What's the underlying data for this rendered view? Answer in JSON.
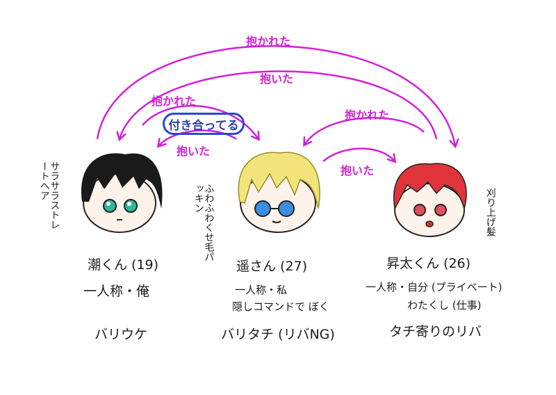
{
  "relations": {
    "top_outer": "抱かれた",
    "top_inner": "抱いた",
    "left_upper": "抱かれた",
    "left_badge": "付き合ってる",
    "left_lower": "抱いた",
    "right_upper": "抱かれた",
    "right_lower": "抱いた"
  },
  "characters": [
    {
      "side_note": "サラサラストレートヘア",
      "name": "潮くん (19)",
      "pronoun": "一人称・俺",
      "role": "バリウケ"
    },
    {
      "side_note": "ふわふわくせ毛パッキン",
      "name": "遥さん (27)",
      "pronoun": "一人称・私",
      "pronoun_extra": "隠しコマンドで ぼく",
      "role": "バリタチ (リバNG)"
    },
    {
      "side_note": "刈り上げ髪",
      "name": "昇太くん (26)",
      "pronoun": "一人称・自分 (プライベート)",
      "pronoun_extra": "わたくし (仕事)",
      "role": "タチ寄りのリバ"
    }
  ],
  "colors": {
    "arrow": "#d21fd8",
    "badge": "#2848d8",
    "ushio_hair": "#1a1a1a",
    "ushio_eyes": "#2fb89a",
    "haruka_hair": "#f2e37a",
    "haruka_eyes": "#3a8fe0",
    "shota_hair": "#e0343a",
    "shota_eyes": "#e04f5a"
  }
}
